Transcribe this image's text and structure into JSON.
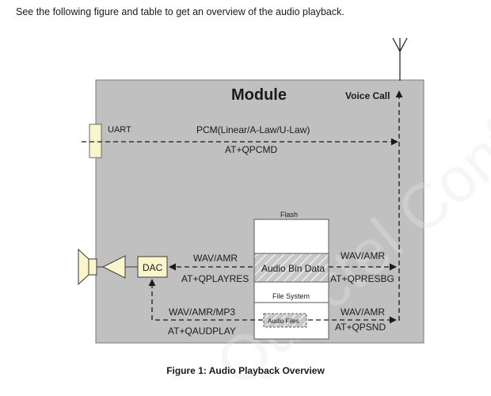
{
  "intro_text": "See the following figure and table to get an overview of the audio playback.",
  "watermark": "Quectel Confidential",
  "diagram": {
    "module_title": "Module",
    "voice_call": "Voice Call",
    "uart": "UART",
    "pcm_label": "PCM(Linear/A-Law/U-Law)",
    "qpcmd_label": "AT+QPCMD",
    "flash": "Flash",
    "audio_bin_data": "Audio Bin Data",
    "file_system": "File System",
    "audio_files": "Audio Files",
    "dac": "DAC",
    "left_wav_amr": "WAV/AMR",
    "qplayres": "AT+QPLAYRES",
    "wav_amr_mp3": "WAV/AMR/MP3",
    "qaudplay": "AT+QAUDPLAY",
    "right_wav_amr_top": "WAV/AMR",
    "qpresbg": "AT+QPRESBG",
    "right_wav_amr_bottom": "WAV/AMR",
    "qpsnd": "AT+QPSND"
  },
  "caption": "Figure 1: Audio Playback Overview"
}
